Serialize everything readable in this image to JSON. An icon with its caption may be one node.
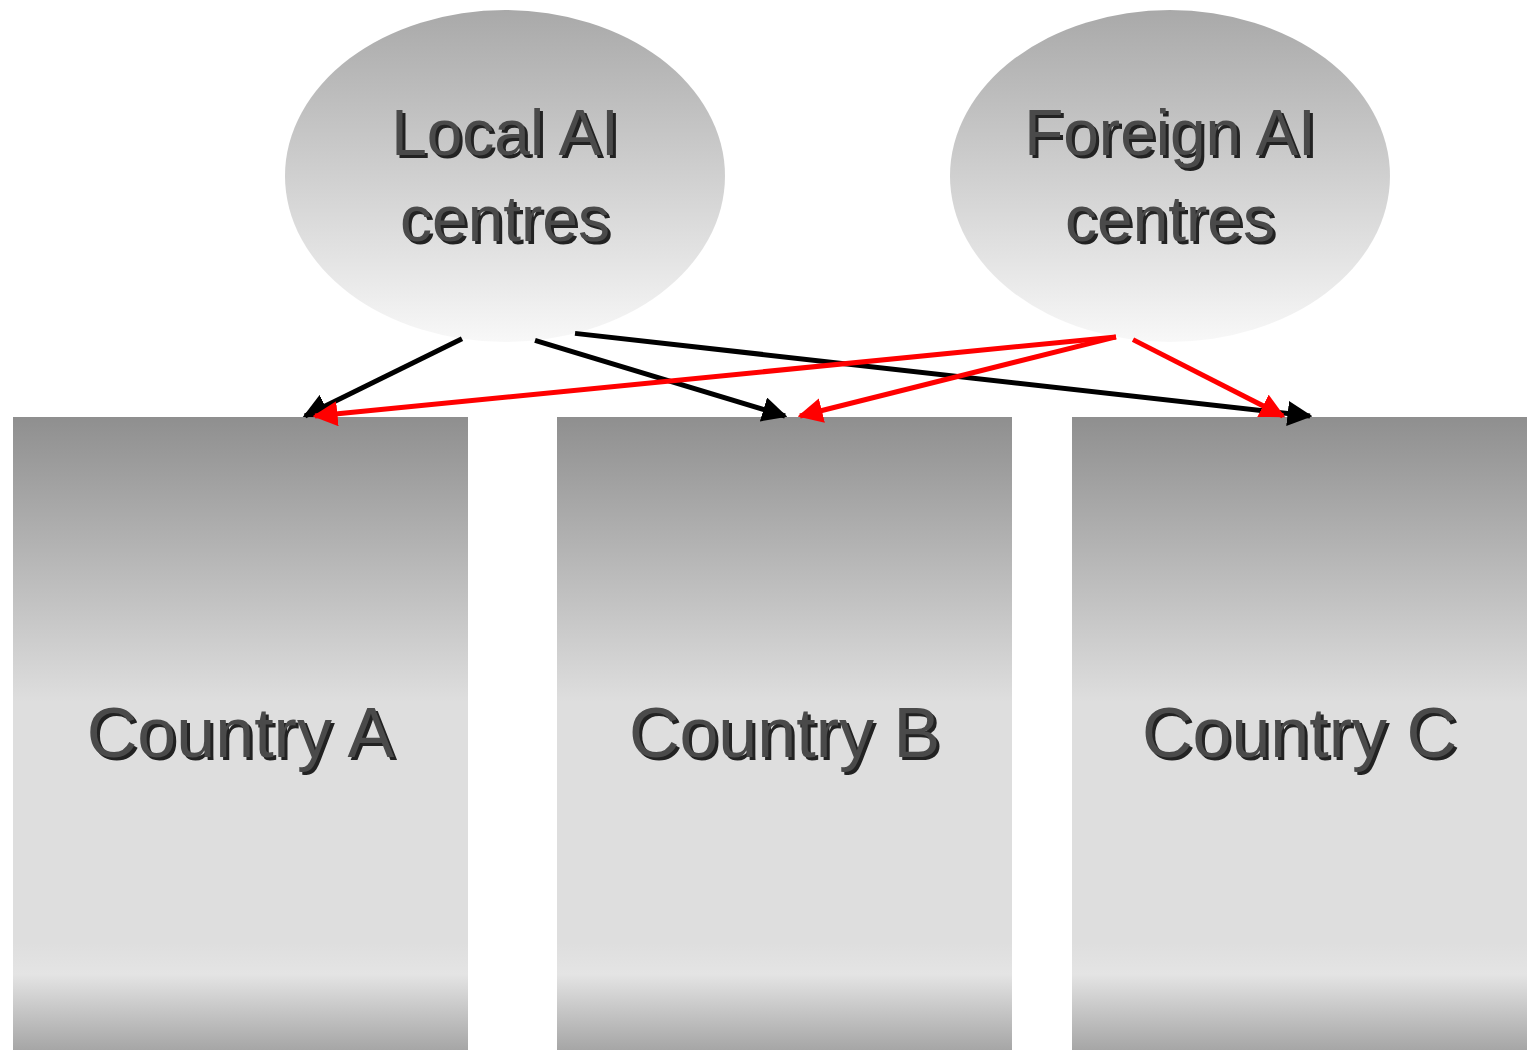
{
  "diagram": {
    "nodes": [
      {
        "text": [
          "Local AI centres"
        ]
      },
      {
        "text": [
          "Foreign AI centres"
        ]
      },
      {
        "text": [
          "Country A"
        ]
      },
      {
        "text": [
          "Country B"
        ]
      },
      {
        "text": [
          "Country C"
        ]
      }
    ],
    "edges": [
      {
        "from": 0,
        "to": 2,
        "arrow": "to"
      },
      {
        "from": 0,
        "to": 3,
        "arrow": "to"
      },
      {
        "from": 0,
        "to": 4,
        "arrow": "to"
      },
      {
        "from": 1,
        "to": 2,
        "arrow": "to",
        "color": "#ff0000"
      },
      {
        "from": 1,
        "to": 3,
        "arrow": "to",
        "color": "#ff0000"
      },
      {
        "from": 1,
        "to": 4,
        "arrow": "to",
        "color": "#ff0000"
      }
    ]
  }
}
